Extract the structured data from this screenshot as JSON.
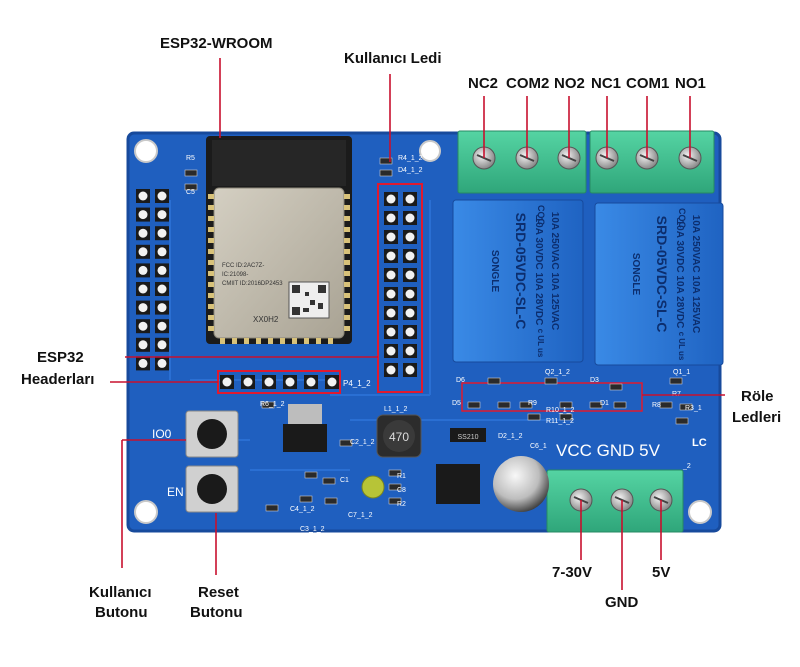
{
  "callouts": {
    "esp32_wroom": "ESP32-WROOM",
    "user_led": "Kullanıcı Ledi",
    "esp32_headers_1": "ESP32",
    "esp32_headers_2": "Headerları",
    "relay_leds_1": "Röle",
    "relay_leds_2": "Ledleri",
    "user_button_1": "Kullanıcı",
    "user_button_2": "Butonu",
    "reset_button_1": "Reset",
    "reset_button_2": "Butonu",
    "v7_30": "7-30V",
    "gnd": "GND",
    "v5": "5V"
  },
  "terminals": {
    "nc2": "NC2",
    "com2": "COM2",
    "no2": "NO2",
    "nc1": "NC1",
    "com1": "COM1",
    "no1": "NO1"
  },
  "silkscreen": {
    "r5": "R5",
    "c5": "C5",
    "r4": "R4_1_2",
    "d4": "D4_1_2",
    "p4": "P4_1_2",
    "r6": "R6_1_2",
    "io0": "IO0",
    "en": "EN",
    "l1": "L1_1_2",
    "c2": "C2_1_2",
    "c3": "C3_1_2",
    "c4": "C4_1_2",
    "c1": "C1",
    "c7": "C7_1_2",
    "r1": "R1",
    "c8": "C8",
    "r2": "R2",
    "d2": "D2_1_2",
    "c6": "C6_1",
    "d6": "D6",
    "d5": "D5",
    "r9": "R9",
    "r10": "R10_1_2",
    "r11": "R11_1_2",
    "q2": "Q2_1_2",
    "d3": "D3",
    "d1": "D1",
    "r8": "R8",
    "q1": "Q1_1",
    "r7": "R7",
    "r3": "R3_1",
    "vcc_gnd_5v": "VCC GND 5V",
    "lc": "LC",
    "inductor_value": "470",
    "diode_mark": "SS210",
    "j1": "_2"
  },
  "relay": {
    "brand": "SONGLE",
    "rating_1": "10A 250VAC 10A 125VAC",
    "rating_2": "10A 30VDC 10A 28VDC",
    "model": "SRD-05VDC-SL-C",
    "cqc": "CQC",
    "ul": "c UL us"
  },
  "module": {
    "model": "XX0H2",
    "fcc": "FCC ID:2AC7Z-",
    "ic": "IC:21098-",
    "cmiit": "CMIIT ID:2016DP2453"
  },
  "colors": {
    "pcb": "#1f5fbf",
    "pcb_dark": "#174a9c",
    "terminal": "#3fbf8f",
    "relay": "#2b78d6",
    "callout_line": "#c8102e",
    "shield": "#b9b3a3"
  }
}
